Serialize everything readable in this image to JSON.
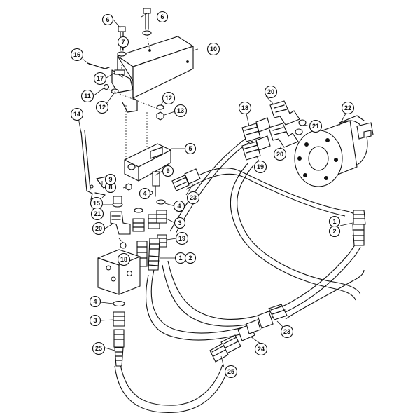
{
  "diagram": {
    "callouts": [
      {
        "id": "c6a",
        "label": "6"
      },
      {
        "id": "c6b",
        "label": "6"
      },
      {
        "id": "c7",
        "label": "7"
      },
      {
        "id": "c10",
        "label": "10"
      },
      {
        "id": "c16",
        "label": "16"
      },
      {
        "id": "c17",
        "label": "17"
      },
      {
        "id": "c11",
        "label": "11"
      },
      {
        "id": "c12a",
        "label": "12"
      },
      {
        "id": "c12b",
        "label": "12"
      },
      {
        "id": "c13",
        "label": "13"
      },
      {
        "id": "c14",
        "label": "14"
      },
      {
        "id": "c5",
        "label": "5"
      },
      {
        "id": "c8",
        "label": "8"
      },
      {
        "id": "c9a",
        "label": "9"
      },
      {
        "id": "c9b",
        "label": "9"
      },
      {
        "id": "c15",
        "label": "15"
      },
      {
        "id": "c21a",
        "label": "21"
      },
      {
        "id": "c20a",
        "label": "20"
      },
      {
        "id": "c4a",
        "label": "4"
      },
      {
        "id": "c4b",
        "label": "4"
      },
      {
        "id": "c3a",
        "label": "3"
      },
      {
        "id": "c23a",
        "label": "23"
      },
      {
        "id": "c19a",
        "label": "19"
      },
      {
        "id": "c18a",
        "label": "18"
      },
      {
        "id": "c1a",
        "label": "1"
      },
      {
        "id": "c2a",
        "label": "2"
      },
      {
        "id": "c20b",
        "label": "20"
      },
      {
        "id": "c18b",
        "label": "18"
      },
      {
        "id": "c21b",
        "label": "21"
      },
      {
        "id": "c22",
        "label": "22"
      },
      {
        "id": "c20c",
        "label": "20"
      },
      {
        "id": "c19b",
        "label": "19"
      },
      {
        "id": "c1b",
        "label": "1"
      },
      {
        "id": "c2b",
        "label": "2"
      },
      {
        "id": "c4c",
        "label": "4"
      },
      {
        "id": "c3b",
        "label": "3"
      },
      {
        "id": "c25a",
        "label": "25"
      },
      {
        "id": "c23b",
        "label": "23"
      },
      {
        "id": "c24",
        "label": "24"
      },
      {
        "id": "c25b",
        "label": "25"
      }
    ]
  }
}
